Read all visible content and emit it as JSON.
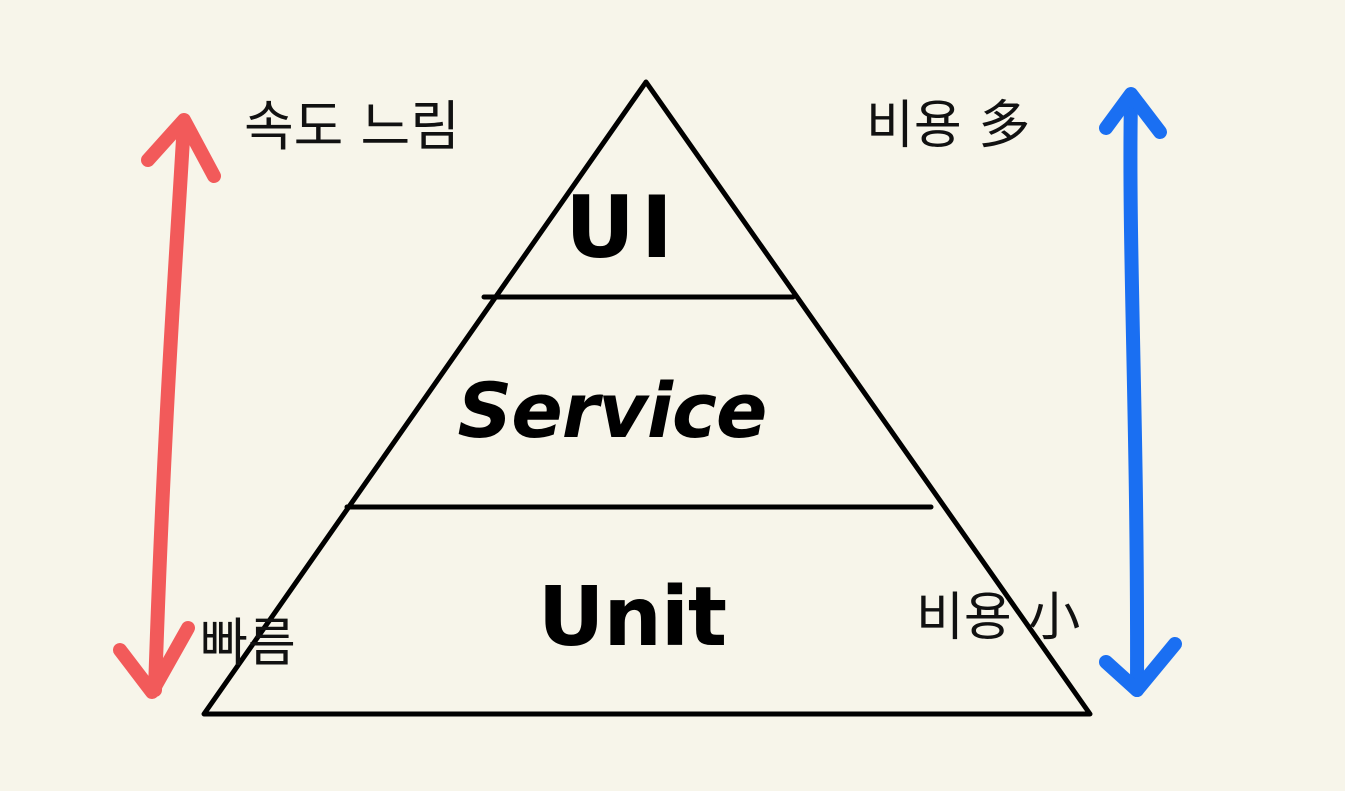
{
  "pyramid": {
    "layers": [
      {
        "label": "UI"
      },
      {
        "label": "Service"
      },
      {
        "label": "Unit"
      }
    ]
  },
  "left_axis": {
    "top_label": "속도 느림",
    "bottom_label": "빠름",
    "color": "#f25a5a"
  },
  "right_axis": {
    "top_label": "비용 多",
    "bottom_label": "비용 小",
    "color": "#1a6ff2"
  },
  "colors": {
    "background": "#f7f5ea",
    "ink": "#000000"
  }
}
